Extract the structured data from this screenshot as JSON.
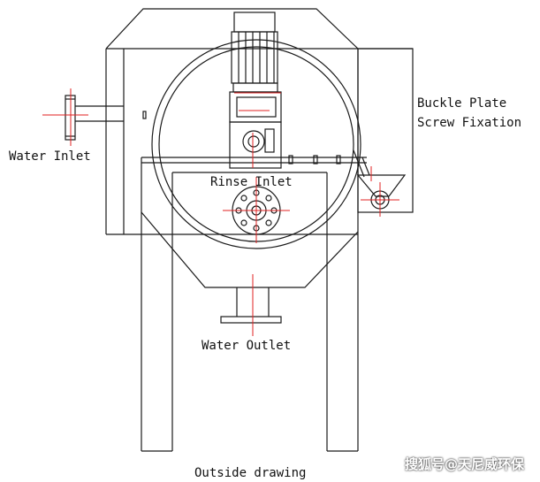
{
  "labels": {
    "water_inlet": "Water Inlet",
    "rinse_inlet": "Rinse Inlet",
    "buckle_plate_line1": "Buckle Plate",
    "buckle_plate_line2": "Screw Fixation",
    "water_outlet": "Water Outlet",
    "caption": "Outside drawing"
  },
  "watermark": "搜狐号@天尼威环保",
  "colors": {
    "line": "#1a1a1a",
    "centerline": "#e02020",
    "background": "#ffffff"
  }
}
